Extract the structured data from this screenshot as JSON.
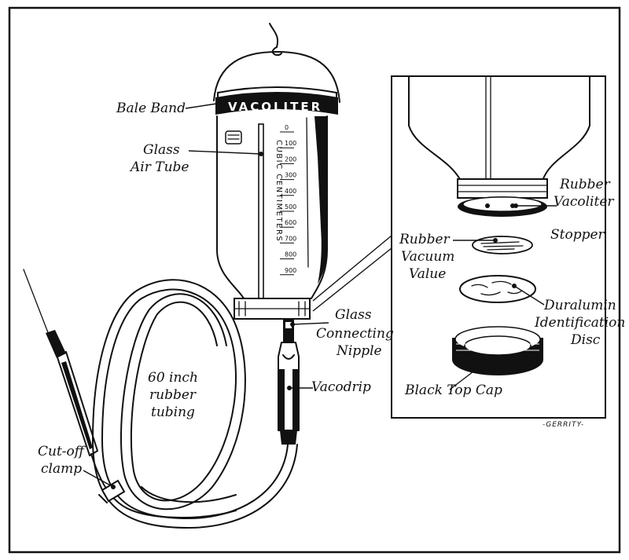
{
  "diagram": {
    "labels": {
      "bale_band": "Bale Band",
      "glass_air_tube_line1": "Glass",
      "glass_air_tube_line2": "Air Tube",
      "rubber_vacoliter_stopper_line1": "Rubber",
      "rubber_vacoliter_stopper_line2": "Vacoliter",
      "rubber_vacoliter_stopper_line3": "Stopper",
      "rubber_vacuum_value_line1": "Rubber",
      "rubber_vacuum_value_line2": "Vacuum",
      "rubber_vacuum_value_line3": "Value",
      "duralumin_disc_line1": "Duralumin",
      "duralumin_disc_line2": "Identification",
      "duralumin_disc_line3": "Disc",
      "black_top_cap": "Black Top Cap",
      "glass_connecting_nipple_line1": "Glass",
      "glass_connecting_nipple_line2": "Connecting",
      "glass_connecting_nipple_line3": "Nipple",
      "vacodrip": "Vacodrip",
      "rubber_tubing_line1": "60 inch",
      "rubber_tubing_line2": "rubber",
      "rubber_tubing_line3": "tubing",
      "cutoff_clamp_line1": "Cut-off",
      "cutoff_clamp_line2": "clamp"
    },
    "bottle_band_text": "VACOLITER",
    "scale_text": "CUBIC CENTIMETERS",
    "scale_marks": [
      "0",
      "100",
      "200",
      "300",
      "400",
      "500",
      "600",
      "700",
      "800",
      "900"
    ],
    "signature": "-GERRITY-"
  }
}
